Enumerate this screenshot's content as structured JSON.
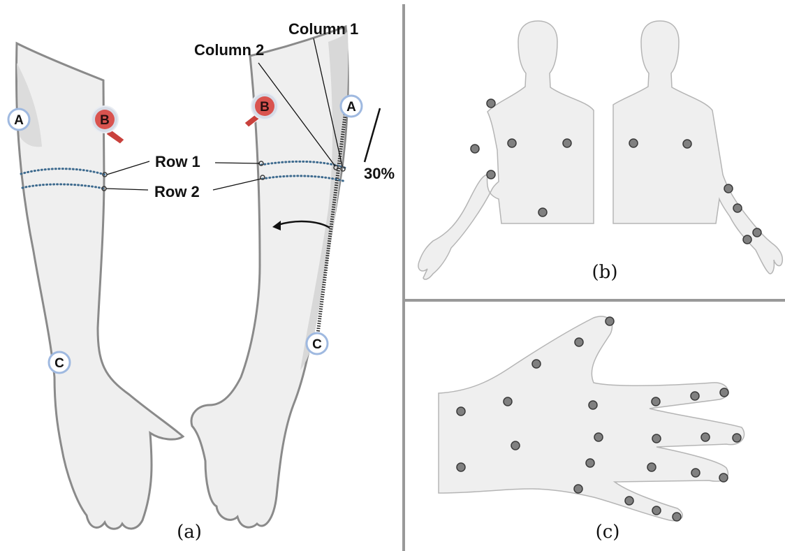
{
  "panels": {
    "a": {
      "caption": "(a)"
    },
    "b": {
      "caption": "(b)"
    },
    "c": {
      "caption": "(c)"
    }
  },
  "markers": {
    "a": "A",
    "b": "B",
    "c": "C"
  },
  "labels": {
    "column1": "Column 1",
    "column2": "Column 2",
    "row1": "Row 1",
    "row2": "Row 2",
    "percent": "30%"
  },
  "colors": {
    "skin": "#efefef",
    "outline": "#8a8a8a",
    "dot": "#808080",
    "dotted_band": "#3d6a8e",
    "marker_ring": "#9fb9e0",
    "b_marker": "#d9534f",
    "divider": "#999999"
  }
}
